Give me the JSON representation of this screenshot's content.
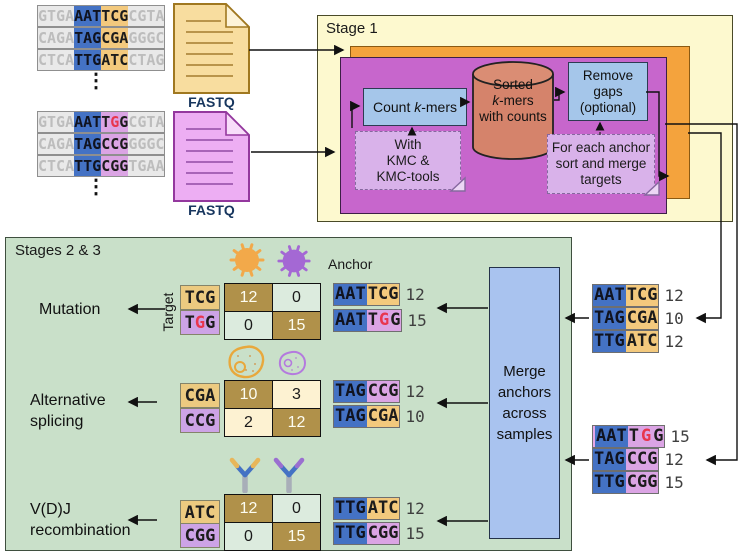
{
  "samples": [
    {
      "fastq_label": "FASTQ",
      "ellipsis": "⋮",
      "reads": [
        {
          "prefix": "GTGA",
          "anchor": "AAT",
          "t_pre": "TCG",
          "t_red": "",
          "t_post": "",
          "suffix": "CGTA"
        },
        {
          "prefix": "CAGA",
          "anchor": "TAG",
          "t_pre": "CGA",
          "t_red": "",
          "t_post": "",
          "suffix": "GGGC"
        },
        {
          "prefix": "CTCA",
          "anchor": "TTG",
          "t_pre": "ATC",
          "t_red": "",
          "t_post": "",
          "suffix": "CTAG"
        }
      ]
    },
    {
      "fastq_label": "FASTQ",
      "ellipsis": "⋮",
      "reads": [
        {
          "prefix": "GTGA",
          "anchor": "AAT",
          "t_pre": "T",
          "t_red": "G",
          "t_post": "G",
          "suffix": "CGTA"
        },
        {
          "prefix": "CAGA",
          "anchor": "TAG",
          "t_pre": "CCG",
          "t_red": "",
          "t_post": "",
          "suffix": "GGGC"
        },
        {
          "prefix": "CTCA",
          "anchor": "TTG",
          "t_pre": "CGG",
          "t_red": "",
          "t_post": "",
          "suffix": "TGAA"
        }
      ]
    }
  ],
  "stage1": {
    "title": "Stage 1",
    "count_pre": "Count ",
    "k": "k",
    "count_post": "-mers",
    "cyl_line1": "Sorted",
    "cyl_k": "k",
    "cyl_k_post": "-mers",
    "cyl_line3": "with counts",
    "remove_line1": "Remove",
    "remove_line2": "gaps",
    "remove_line3": "(optional)",
    "note1_line1": "With",
    "note1_line2": "KMC &",
    "note1_line3": "KMC-tools",
    "note2_line1": "For each anchor",
    "note2_line2": "sort and merge",
    "note2_line3": "targets"
  },
  "stages23": {
    "title": "Stages 2 & 3",
    "anchor_label": "Anchor",
    "target_label": "Target",
    "merge_line1": "Merge",
    "merge_line2": "anchors",
    "merge_line3": "across",
    "merge_line4": "samples",
    "rows": [
      {
        "label1": "Mutation",
        "label2": "",
        "targets": [
          {
            "t_pre": "TCG",
            "t_red": "",
            "t_post": ""
          },
          {
            "t_pre": "T",
            "t_red": "G",
            "t_post": "G"
          }
        ],
        "matrix": [
          [
            "12",
            "0"
          ],
          [
            "0",
            "15"
          ]
        ],
        "anchors": [
          {
            "anchor": "AAT",
            "t_pre": "TCG",
            "t_red": "",
            "t_post": "",
            "count": "12"
          },
          {
            "anchor": "AAT",
            "t_pre": "T",
            "t_red": "G",
            "t_post": "G",
            "count": "15"
          }
        ]
      },
      {
        "label1": "Alternative",
        "label2": "splicing",
        "targets": [
          {
            "t_pre": "CGA",
            "t_red": "",
            "t_post": ""
          },
          {
            "t_pre": "CCG",
            "t_red": "",
            "t_post": ""
          }
        ],
        "matrix": [
          [
            "10",
            "3"
          ],
          [
            "2",
            "12"
          ]
        ],
        "anchors": [
          {
            "anchor": "TAG",
            "t_pre": "CCG",
            "t_red": "",
            "t_post": "",
            "count": "12"
          },
          {
            "anchor": "TAG",
            "t_pre": "CGA",
            "t_red": "",
            "t_post": "",
            "count": "10"
          }
        ]
      },
      {
        "label1": "V(D)J",
        "label2": "recombination",
        "targets": [
          {
            "t_pre": "ATC",
            "t_red": "",
            "t_post": ""
          },
          {
            "t_pre": "CGG",
            "t_red": "",
            "t_post": ""
          }
        ],
        "matrix": [
          [
            "12",
            "0"
          ],
          [
            "0",
            "15"
          ]
        ],
        "anchors": [
          {
            "anchor": "TTG",
            "t_pre": "ATC",
            "t_red": "",
            "t_post": "",
            "count": "12"
          },
          {
            "anchor": "TTG",
            "t_pre": "CGG",
            "t_red": "",
            "t_post": "",
            "count": "15"
          }
        ]
      }
    ]
  },
  "merged_lists": [
    {
      "rows": [
        {
          "anchor": "AAT",
          "t_pre": "TCG",
          "t_red": "",
          "t_post": "",
          "count": "12"
        },
        {
          "anchor": "TAG",
          "t_pre": "CGA",
          "t_red": "",
          "t_post": "",
          "count": "10"
        },
        {
          "anchor": "TTG",
          "t_pre": "ATC",
          "t_red": "",
          "t_post": "",
          "count": "12"
        }
      ]
    },
    {
      "rows": [
        {
          "anchor": "AAT",
          "t_pre": "T",
          "t_red": "G",
          "t_post": "G",
          "count": "15"
        },
        {
          "anchor": "TAG",
          "t_pre": "CCG",
          "t_red": "",
          "t_post": "",
          "count": "12"
        },
        {
          "anchor": "TTG",
          "t_pre": "CGG",
          "t_red": "",
          "t_post": "",
          "count": "15"
        }
      ]
    }
  ],
  "colors": {
    "anchor_blue": "#4472c4",
    "target_orange": "#f3c97d",
    "target_pink": "#dba4e4",
    "matrix_gold": "#b0914a",
    "stage1_yellow": "#fdf9cf",
    "stage1_orange": "#f4a33d",
    "stage1_purple": "#c766cc",
    "process_blue": "#a5c6ea",
    "panel_green": "#c9e0c9",
    "mutant_red": "#e8364e"
  }
}
